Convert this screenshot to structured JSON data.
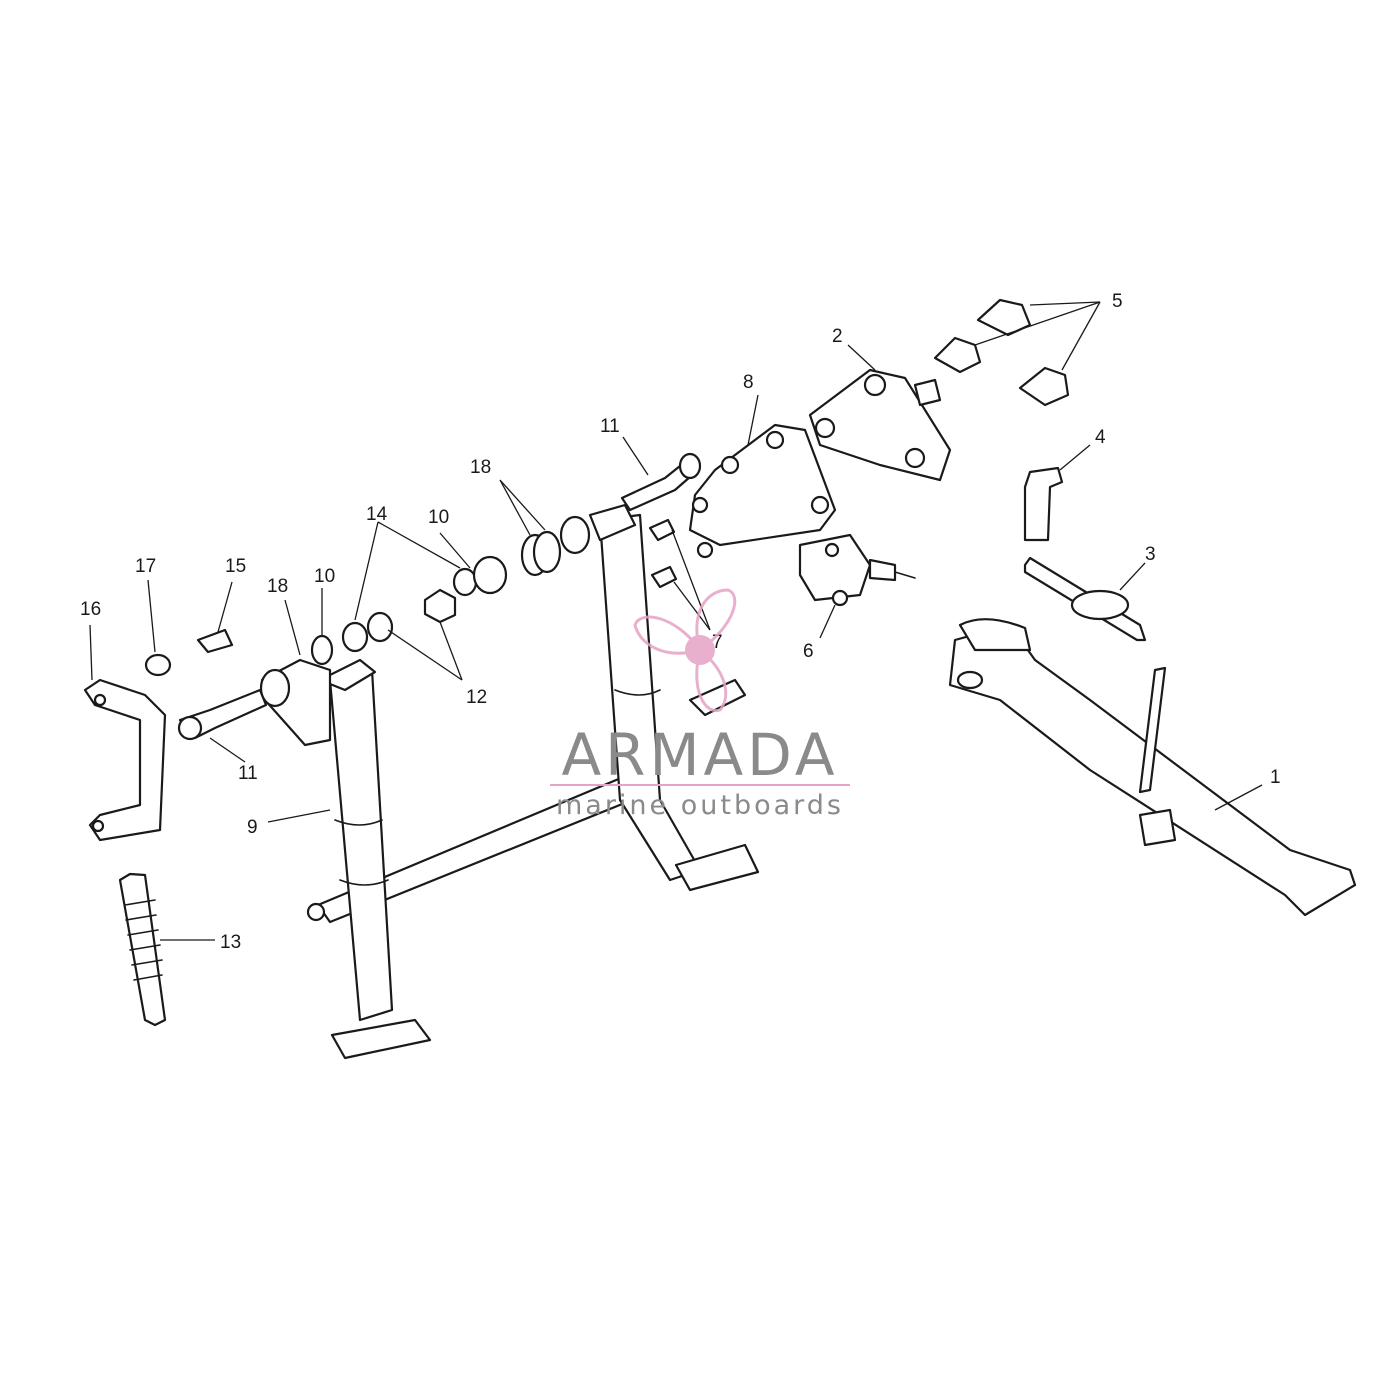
{
  "diagram": {
    "callouts": [
      "1",
      "2",
      "3",
      "4",
      "5",
      "6",
      "7",
      "8",
      "9",
      "10",
      "10",
      "11",
      "11",
      "12",
      "13",
      "14",
      "15",
      "16",
      "17",
      "18",
      "18"
    ]
  },
  "watermark": {
    "brand": "ARMADA",
    "tagline": "marine outboards",
    "colors": {
      "accent": "#e6a3c5",
      "text": "#8a8a8a"
    },
    "icon": "propeller-icon"
  }
}
